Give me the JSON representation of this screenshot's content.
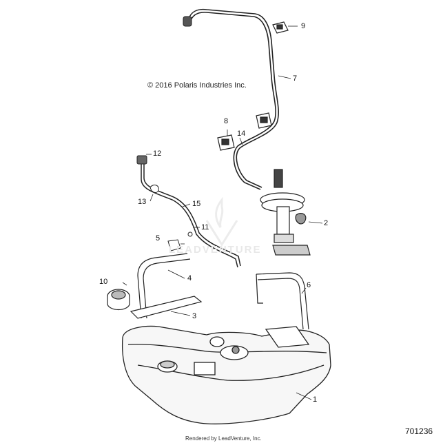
{
  "copyright": "© 2016 Polaris Industries Inc.",
  "figure_number": "701236",
  "credit": "Rendered by LeadVenture, Inc.",
  "watermark": "LEADVENTURE",
  "callouts": [
    "1",
    "2",
    "3",
    "4",
    "5",
    "6",
    "7",
    "8",
    "9",
    "10",
    "11",
    "12",
    "13",
    "14",
    "15"
  ]
}
